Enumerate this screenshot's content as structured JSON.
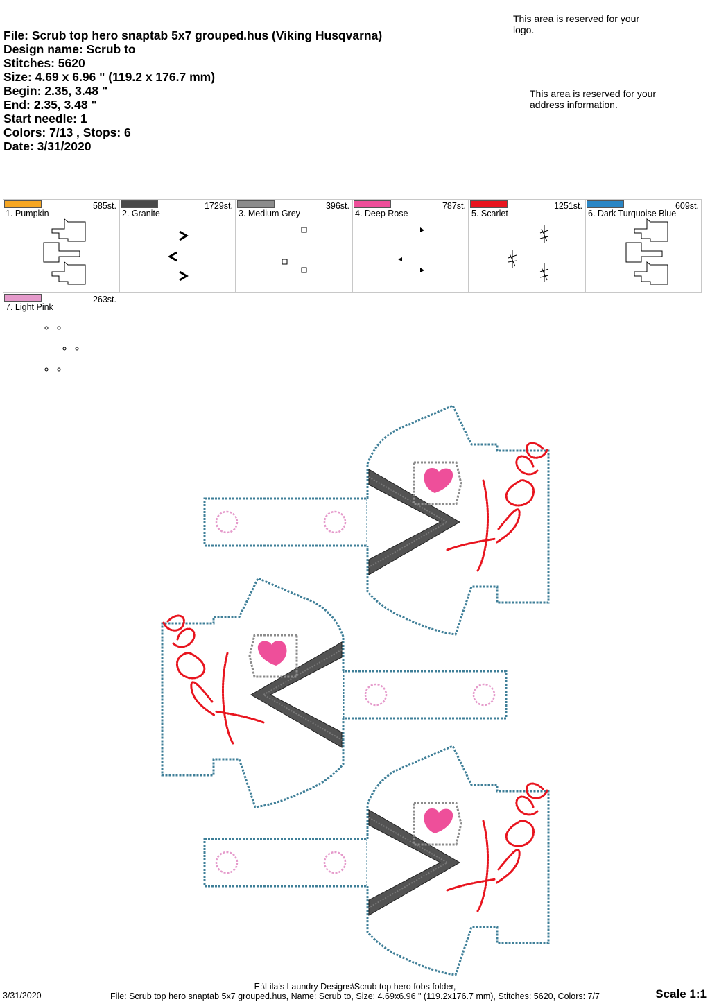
{
  "header": {
    "file_line": "File: Scrub top hero snaptab 5x7 grouped.hus  (Viking Husqvarna)",
    "design_name_line": "Design name: Scrub to",
    "stitches_line": "Stitches: 5620",
    "size_line": "Size: 4.69 x 6.96 \" (119.2 x 176.7 mm)",
    "begin_line": "Begin: 2.35, 3.48 \"",
    "end_line": "End: 2.35, 3.48 \"",
    "start_needle_line": "Start needle: 1",
    "colors_line": "Colors: 7/13 , Stops: 6",
    "date_line": "Date: 3/31/2020"
  },
  "reserved": {
    "logo": "This area is reserved for your logo.",
    "address": "This area is reserved for your address information."
  },
  "colors": [
    {
      "label": "1. Pumpkin",
      "stitches": "585st.",
      "hex": "#f5a623"
    },
    {
      "label": "2. Granite",
      "stitches": "1729st.",
      "hex": "#4a4a4a"
    },
    {
      "label": "3. Medium Grey",
      "stitches": "396st.",
      "hex": "#8c8c8c"
    },
    {
      "label": "4. Deep Rose",
      "stitches": "787st.",
      "hex": "#ee4f9a"
    },
    {
      "label": "5. Scarlet",
      "stitches": "1251st.",
      "hex": "#e8141e"
    },
    {
      "label": "6. Dark Turquoise Blue",
      "stitches": "609st.",
      "hex": "#2a86c5"
    },
    {
      "label": "7. Light Pink",
      "stitches": "263st.",
      "hex": "#e59acb"
    }
  ],
  "design": {
    "word": "Hero",
    "outline_color": "#3f7f98",
    "vneck_color": "#4a4a4a",
    "pocket_color": "#8c8c8c",
    "heart_color": "#ee4f9a",
    "text_color": "#e8141e",
    "snap_color": "#e59acb"
  },
  "footer": {
    "date": "3/31/2020",
    "path": "E:\\Lila's Laundry Designs\\Scrub top hero fobs folder,",
    "summary": "File: Scrub top hero snaptab 5x7 grouped.hus, Name: Scrub to, Size: 4.69x6.96 \" (119.2x176.7 mm), Stitches: 5620, Colors: 7/7",
    "scale": "Scale 1:1"
  }
}
